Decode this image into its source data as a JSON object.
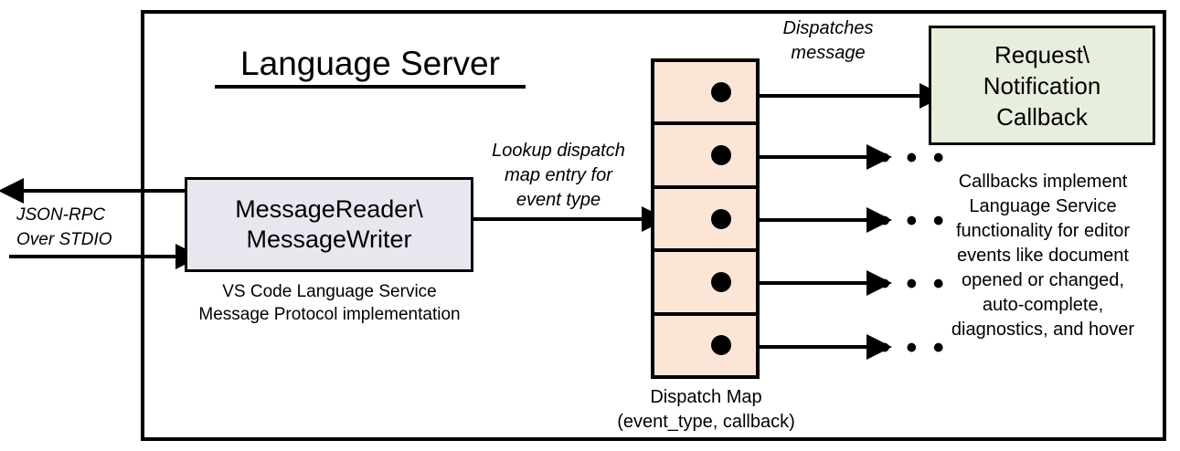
{
  "diagram": {
    "title": "Language Server",
    "frame_border_color": "#000000",
    "background": "#ffffff"
  },
  "message_io": {
    "label": "JSON-RPC\nOver STDIO",
    "label_line1": "JSON-RPC",
    "label_line2": "Over STDIO",
    "outgoing_arrow": "arrow-left",
    "incoming_arrow": "arrow-right"
  },
  "message_box": {
    "line1": "MessageReader\\",
    "line2": "MessageWriter",
    "fill_color": "#EAE6F0",
    "caption_line1": "VS Code Language Service",
    "caption_line2": "Message Protocol implementation"
  },
  "lookup_arrow": {
    "line1": "Lookup dispatch",
    "line2": "map entry for",
    "line3": "event type"
  },
  "dispatch_map": {
    "fill_color": "#FBE5D6",
    "caption_line1": "Dispatch Map",
    "caption_line2": "(event_type, callback)",
    "cells": [
      {
        "index": 1,
        "dot": "callback-dot"
      },
      {
        "index": 2,
        "dot": "callback-dot"
      },
      {
        "index": 3,
        "dot": "callback-dot"
      },
      {
        "index": 4,
        "dot": "callback-dot"
      },
      {
        "index": 5,
        "dot": "callback-dot"
      }
    ]
  },
  "dispatch_arrow": {
    "line1": "Dispatches",
    "line2": "message"
  },
  "callback_box": {
    "line1": "Request\\",
    "line2": "Notification",
    "line3": "Callback",
    "fill_color": "#E8EEDC",
    "description_line1": "Callbacks implement",
    "description_line2": "Language Service",
    "description_line3": "functionality for editor",
    "description_line4": "events like document",
    "description_line5": "opened or changed,",
    "description_line6": "auto-complete,",
    "description_line7": "diagnostics, and hover"
  },
  "ellipses": [
    {
      "index": 1,
      "text": "• • •"
    },
    {
      "index": 2,
      "text": "• • •"
    },
    {
      "index": 3,
      "text": "• • •"
    },
    {
      "index": 4,
      "text": "• • •"
    }
  ]
}
